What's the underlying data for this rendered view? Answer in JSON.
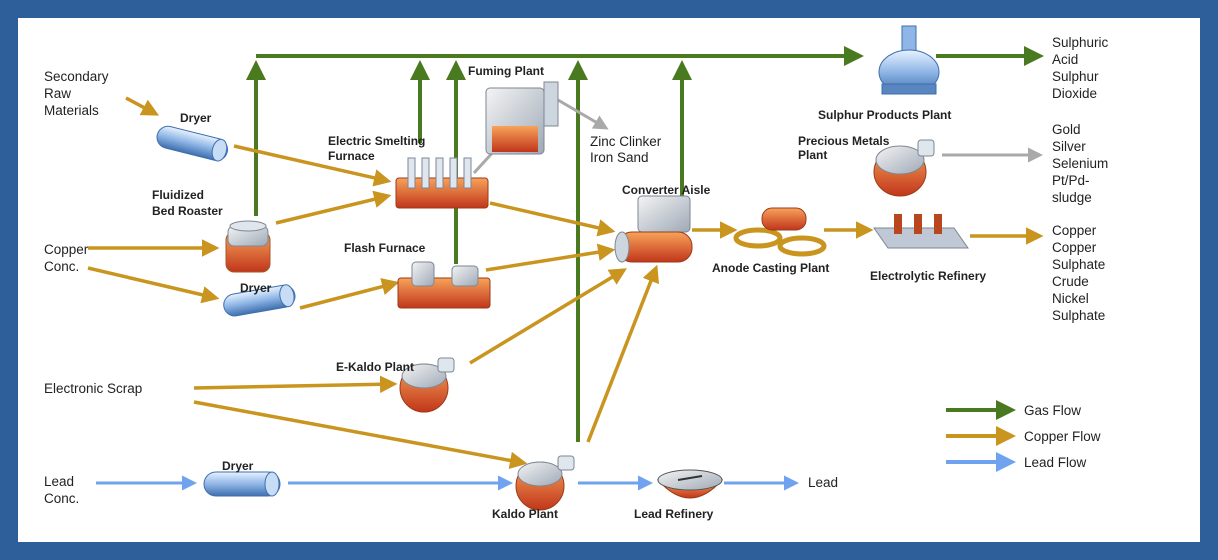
{
  "inputs": {
    "secondary": [
      "Secondary",
      "Raw",
      "Materials"
    ],
    "copper": [
      "Copper",
      "Conc."
    ],
    "electronic": "Electronic Scrap",
    "lead": [
      "Lead",
      "Conc."
    ]
  },
  "units": {
    "dryer1": "Dryer",
    "roaster": [
      "Fluidized",
      "Bed Roaster"
    ],
    "dryer2": "Dryer",
    "dryer3": "Dryer",
    "smelting": [
      "Electric Smelting",
      "Furnace"
    ],
    "flash": "Flash Furnace",
    "ekaldo": "E-Kaldo Plant",
    "fuming": "Fuming Plant",
    "converter": "Converter Aisle",
    "anode": "Anode Casting Plant",
    "refinery": "Electrolytic Refinery",
    "precious": [
      "Precious Metals",
      "Plant"
    ],
    "sulphur": "Sulphur Products Plant",
    "kaldo": "Kaldo Plant",
    "leadref": "Lead Refinery"
  },
  "products": {
    "zinc": [
      "Zinc Clinker",
      "Iron Sand"
    ],
    "sulphur": [
      "Sulphuric",
      "Acid",
      "Sulphur",
      "Dioxide"
    ],
    "precious": [
      "Gold",
      "Silver",
      "Selenium",
      "Pt/Pd-",
      "sludge"
    ],
    "copper": [
      "Copper",
      "Copper",
      "Sulphate",
      "Crude",
      "Nickel",
      "Sulphate"
    ],
    "lead": "Lead"
  },
  "legend": {
    "gas": "Gas Flow",
    "copper": "Copper Flow",
    "lead": "Lead Flow"
  },
  "colors": {
    "gas": "#4a7a1f",
    "copper": "#c9951f",
    "lead": "#6fa3ef",
    "other": "#a9a9a9",
    "frame": "#2f5f9a"
  }
}
